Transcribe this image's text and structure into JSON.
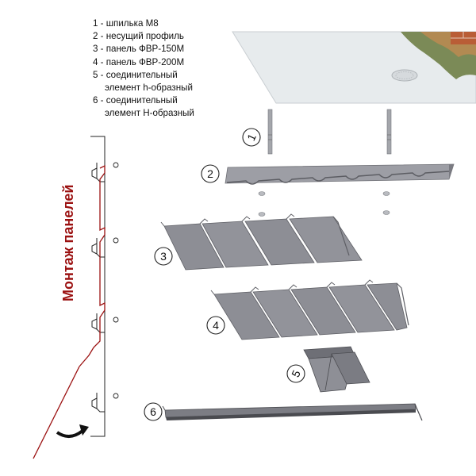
{
  "legend": [
    {
      "line1": "1 - шпилька М8"
    },
    {
      "line1": "2 - несущий профиль"
    },
    {
      "line1": "3 - панель ФВР-150М"
    },
    {
      "line1": "4 - панель ФВР-200М"
    },
    {
      "line1": "5 - соединительный",
      "line2": "элемент h-образный"
    },
    {
      "line1": "6 - соединительный",
      "line2": "элемент H-образный"
    }
  ],
  "side_title": "Монтаж панелей",
  "callouts": [
    "1",
    "2",
    "3",
    "4",
    "5",
    "6"
  ],
  "colors": {
    "accent": "#9b1111",
    "panel": "#8c8d94",
    "panel_dark": "#6e6f76",
    "profile": "#9d9ea5",
    "ceiling": "#e7ebed"
  }
}
